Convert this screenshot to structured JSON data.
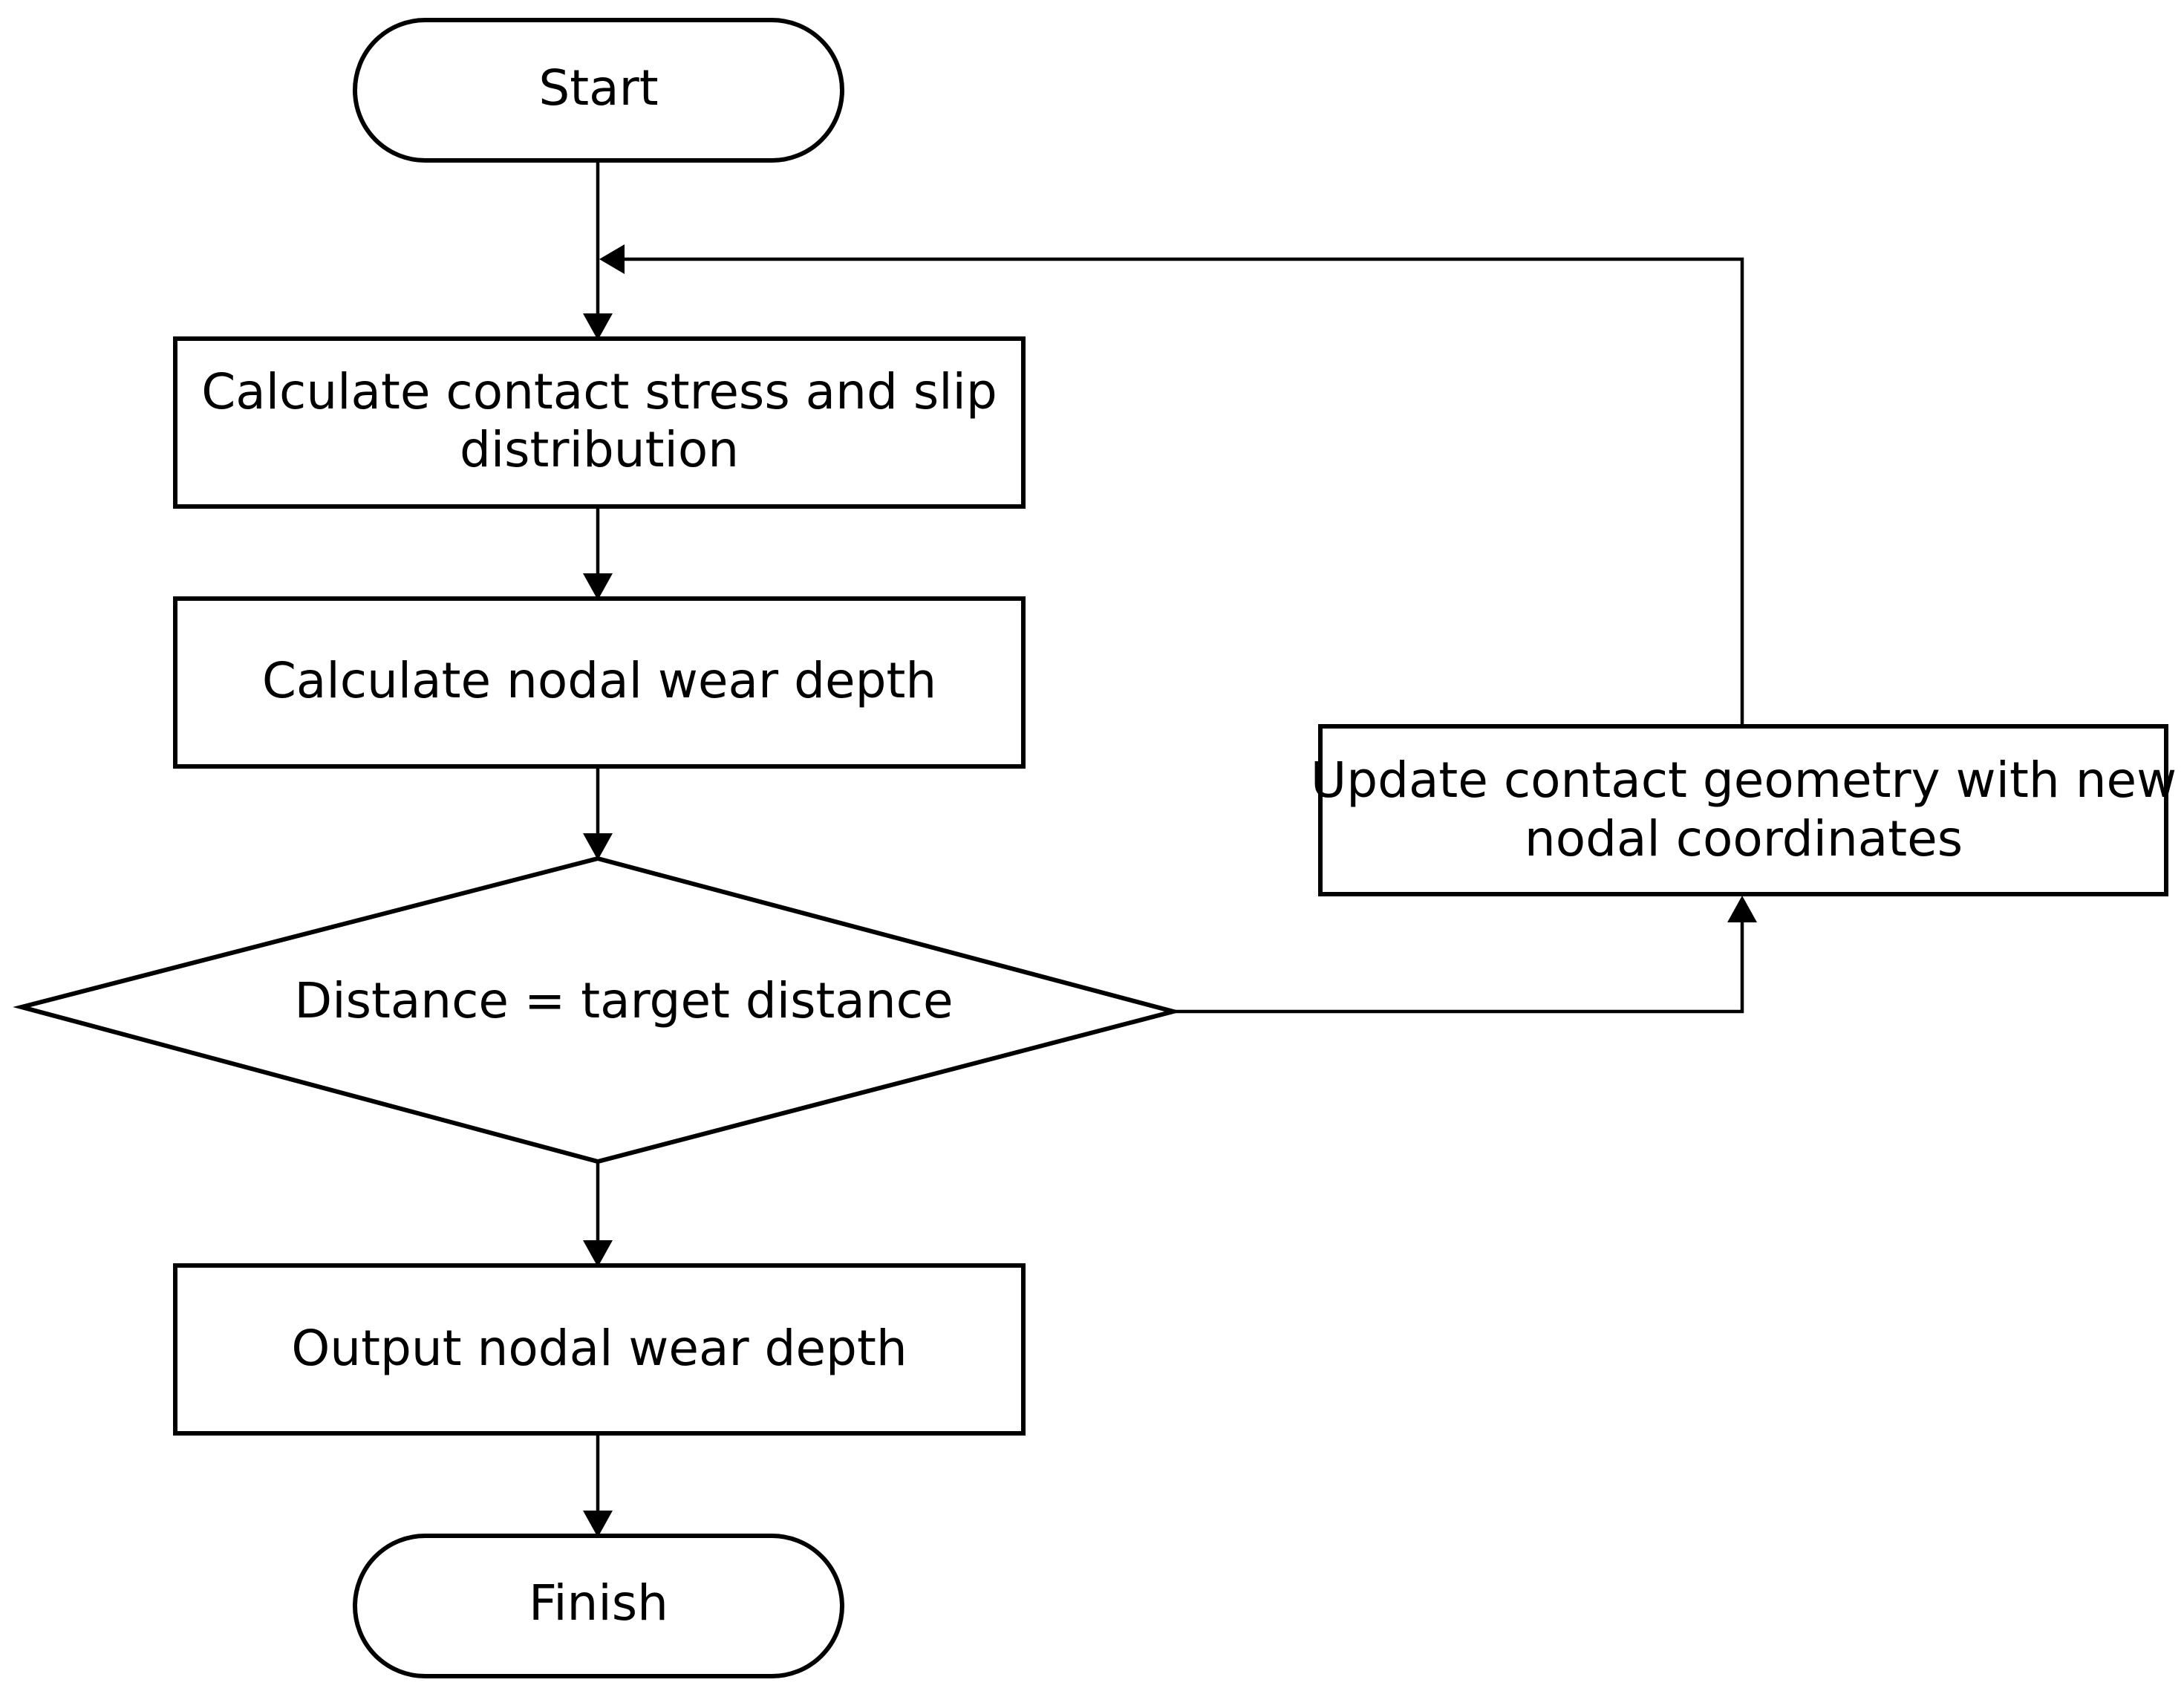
{
  "flowchart": {
    "start": {
      "label": "Start"
    },
    "calc_stress": {
      "line1": "Calculate contact stress and slip",
      "line2": "distribution"
    },
    "calc_wear": {
      "label": "Calculate nodal wear depth"
    },
    "decision": {
      "label": "Distance = target distance"
    },
    "update_geometry": {
      "line1": "Update contact geometry with new",
      "line2": "nodal coordinates"
    },
    "output": {
      "label": "Output nodal wear depth"
    },
    "finish": {
      "label": "Finish"
    }
  }
}
